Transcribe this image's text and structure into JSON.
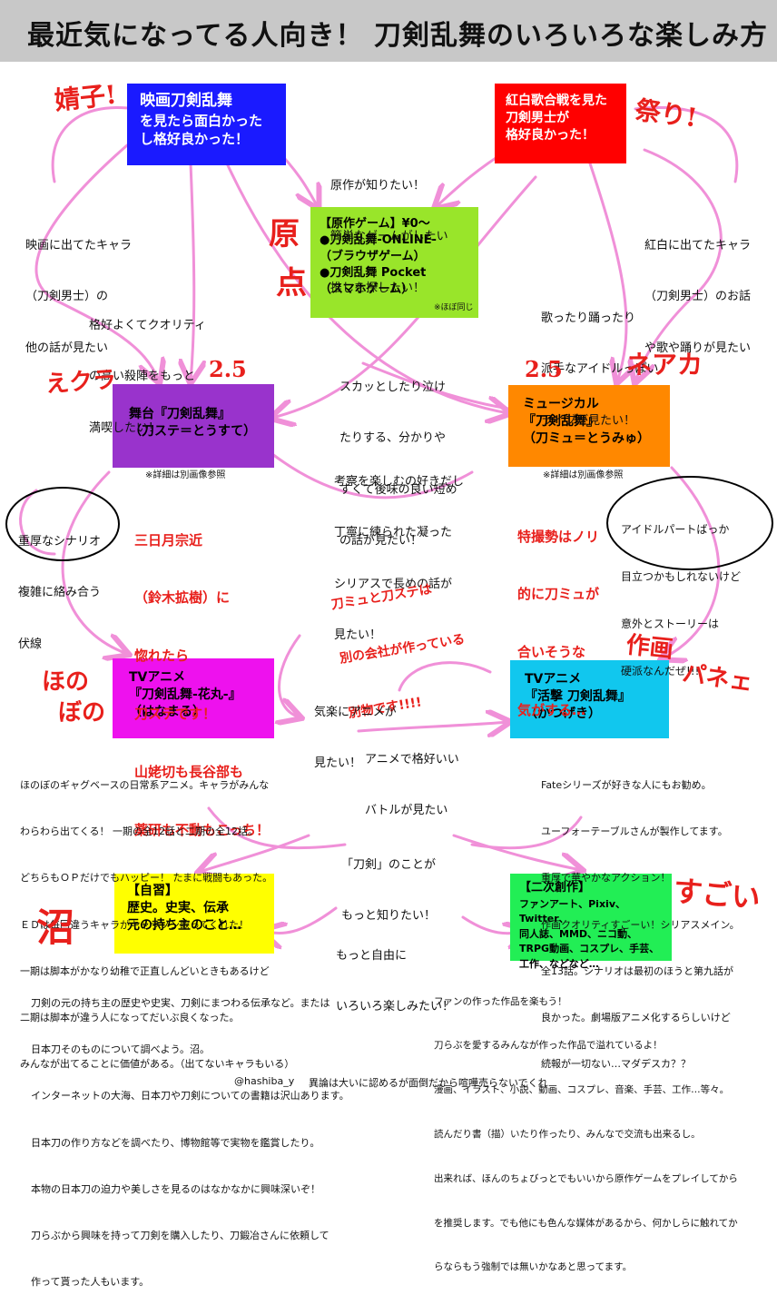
{
  "title": "最近気になってる人向き！ 刀剣乱舞のいろいろな楽しみ方",
  "boxes": {
    "movie": {
      "lines": [
        "映画刀剣乱舞",
        "を見たら面白かった",
        "し格好良かった！"
      ],
      "color": "#1a1aff"
    },
    "kouhaku": {
      "lines": [
        "紅白歌合戦を見た",
        "刀剣男士が",
        "格好良かった！"
      ],
      "color": "#ff0000"
    },
    "game": {
      "lines": [
        "【原作ゲーム】¥0〜",
        "●刀剣乱舞-ONLINE-",
        "（ブラウザゲーム）",
        "●刀剣乱舞 Pocket",
        "（スマホゲーム）"
      ],
      "note": "※ほぼ同じ",
      "color": "#99e52a"
    },
    "stage": {
      "lines": [
        "舞台『刀剣乱舞』",
        "（刀ステ＝とうすて）"
      ],
      "note": "※詳細は別画像参照",
      "color": "#9933cc"
    },
    "musical": {
      "lines": [
        "ミュージカル",
        "『刀剣乱舞』",
        "（刀ミュ＝とうみゅ）"
      ],
      "note": "※詳細は別画像参照",
      "color": "#ff8800"
    },
    "hanamaru": {
      "lines": [
        "TVアニメ",
        "『刀剣乱舞-花丸-』",
        "（はなまる）"
      ],
      "color": "#ee11ee"
    },
    "katsugeki": {
      "lines": [
        "TVアニメ",
        "『活撃 刀剣乱舞』",
        "（かつげき）"
      ],
      "color": "#11c7ee"
    },
    "jishu": {
      "lines": [
        "【自習】",
        "歴史。史実、伝承",
        "元の持ち主のこと…"
      ],
      "color": "#ffff00"
    },
    "niji": {
      "lines": [
        "【二次創作】",
        "ファンアート、Pixiv、Twitter、",
        "同人誌、MMD、ニコ動、",
        "TRPG動画、コスプレ、手芸、",
        "工作、などなど…"
      ],
      "color": "#22ee55"
    }
  },
  "texts": {
    "gensaku_want": [
      "原作が知りたい！",
      "簡単なゲームがしたい",
      "推しを探したい！"
    ],
    "movie_chara": [
      "映画に出てたキャラ",
      "（刀剣男士）の",
      "他の話が見たい"
    ],
    "kouhaku_chara": [
      "紅白に出てたキャラ",
      "（刀剣男士）のお話",
      "や歌や踊りが見たい"
    ],
    "kakkoyoku": [
      "格好よくてクオリティ",
      "の高い殺陣をもっと",
      "満喫したい！"
    ],
    "utattari": [
      "歌ったり踊ったり",
      "派手なアイドルっぽい",
      "ライブが見たい！"
    ],
    "sukatto": [
      "スカッとしたり泣け",
      "たりする、分かりや",
      "すくて後味の良い短め",
      "の話が見たい！"
    ],
    "kousatsu": [
      "考察を楽しむの好きだし",
      "丁寧に練られた凝った",
      "シリアスで長めの話が",
      "見たい！"
    ],
    "juukou": [
      "重厚なシナリオ",
      "複雑に絡み合う",
      "伏線"
    ],
    "mikazuki": [
      "三日月宗近",
      "（鈴木拡樹）に",
      "惚れたら",
      "刀ステです！",
      "山姥切も長谷部も",
      "薬研も不動もこっち！"
    ],
    "tokusatsu": [
      "特撮勢はノリ",
      "的に刀ミュが",
      "合いそうな",
      "気がする…"
    ],
    "idol": [
      "アイドルパートばっか",
      "目立つかもしれないけど",
      "意外とストーリーは",
      "硬派なんだぜ!!!"
    ],
    "betsumono": [
      "刀ミュと刀ステは",
      "別の会社が作っている",
      "別物です!!!!"
    ],
    "kiraku": [
      "気楽にアニメが",
      "見たい！"
    ],
    "anime_battle": [
      "アニメで格好いい",
      "バトルが見たい"
    ],
    "hanamaru_desc": [
      "ほのぼのギャグベースの日常系アニメ。キャラがみんな",
      "わらわら出てくる！ 一期の全12話と二期の全12話。",
      "どちらもＯＰだけでもハッピー！ たまに戦闘もあった。",
      "ＥＤは毎回違うキャラがキャラソン歌ってくれた！",
      "一期は脚本がかなり幼稚で正直しんどいときもあるけど",
      "二期は脚本が違う人になってだいぶ良くなった。",
      "みんなが出てることに価値がある。（出てないキャラもいる）"
    ],
    "katsugeki_desc": [
      "Fateシリーズが好きな人にもお勧め。",
      "ユーフォーテーブルさんが製作してます。",
      "重厚で華やかなアクション！",
      "作画クオリティすごーい！シリアスメイン。",
      "全13話。シナリオは最初のほうと第九話が",
      "良かった。劇場版アニメ化するらしいけど",
      "続報が一切ない…マダデスカ？？"
    ],
    "touken_more": [
      "「刀剣」のことが",
      "もっと知りたい！"
    ],
    "jiyuu": [
      "もっと自由に",
      "いろいろ楽しみたい！"
    ],
    "jishu_desc": [
      "刀剣の元の持ち主の歴史や史実、刀剣にまつわる伝承など。または",
      "日本刀そのものについて調べよう。沼。",
      "インターネットの大海、日本刀や刀剣についての書籍は沢山あります。",
      "日本刀の作り方などを調べたり、博物館等で実物を鑑賞したり。",
      "本物の日本刀の迫力や美しさを見るのはなかなかに興味深いぞ！",
      "刀らぶから興味を持って刀剣を購入したり、刀鍛冶さんに依頼して",
      "作って貰った人もいます。"
    ],
    "niji_desc": [
      "ファンの作った作品を楽もう！",
      "刀らぶを愛するみんなが作った作品で溢れているよ！",
      "漫画、イラスト、小説、動画、コスプレ、音楽、手芸、工作…等々。",
      "読んだり書（描）いたり作ったり、みんなで交流も出来るし。",
      "出来れば、ほんのちょびっとでもいいから原作ゲームをプレイしてから",
      "を推奨します。でも他にも色んな媒体があるから、何かしらに触れてか",
      "らならもう強制では無いかなあと思ってます。"
    ]
  },
  "hand": {
    "seiko": "婧子!",
    "matsuri": "祭り!",
    "genten1": "原",
    "genten2": "点",
    "enkura": "えクラ",
    "stage_25": "2.5",
    "musical_25": "2.5",
    "neaka": "ネアカ",
    "honobono1": "ほの",
    "honobono2": "ぼの",
    "sakuga": "作画",
    "panee": "パネェ",
    "numa": "沼",
    "sugoi": "すごい"
  },
  "footer": {
    "handle": "@hashiba_y",
    "note": "異論は大いに認めるが面倒だから喧嘩売らないでくれ"
  },
  "colors": {
    "arrow": "#f090d8",
    "red": "#e8201c",
    "title_bg": "#c8c8c8"
  }
}
